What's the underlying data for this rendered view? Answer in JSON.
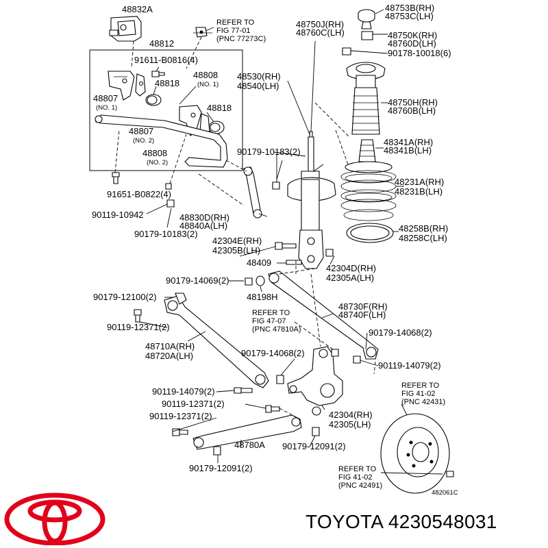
{
  "labels": {
    "l48832A": "48832A",
    "l48812": "48812",
    "l91611": "91611-B0816(4)",
    "l48808a": "48808",
    "l48808a_n": "(NO. 1)",
    "l48807a": "48807",
    "l48807a_n": "(NO. 1)",
    "l48818a": "48818",
    "l48818b": "48818",
    "l48807b": "48807",
    "l48807b_n": "(NO. 2)",
    "l48808b": "48808",
    "l48808b_n": "(NO. 2)",
    "l91651": "91651-B0822(4)",
    "l90119_10942": "90119-10942",
    "l48830D": "48830D(RH)",
    "l48840A": "48840A(LH)",
    "l90179_10183b": "90179-10183(2)",
    "l90179_10183a": "90179-10183(2)",
    "l48750J": "48750J(RH)",
    "l48760C": "48760C(LH)",
    "l48530": "48530(RH)",
    "l48540": "48540(LH)",
    "l48753B": "48753B(RH)",
    "l48753C": "48753C(LH)",
    "l48750K": "48750K(RH)",
    "l48760D": "48760D(LH)",
    "l90178": "90178-10018(6)",
    "l48750H": "48750H(RH)",
    "l48760B": "48760B(LH)",
    "l48341A": "48341A(RH)",
    "l48341B": "48341B(LH)",
    "l48231A": "48231A(RH)",
    "l48231B": "48231B(LH)",
    "l48258B": "48258B(RH)",
    "l48258C": "48258C(LH)",
    "l42304E": "42304E(RH)",
    "l42305B": "42305B(LH)",
    "l48409": "48409",
    "l42304D": "42304D(RH)",
    "l42305A": "42305A(LH)",
    "l90179_14069": "90179-14069(2)",
    "l48198H": "48198H",
    "l90179_12100": "90179-12100(2)",
    "l48730F": "48730F(RH)",
    "l48740F": "48740F(LH)",
    "l90119_12371a": "90119-12371(2)",
    "l90179_14068a": "90179-14068(2)",
    "l90119_14079a": "90119-14079(2)",
    "l48710A": "48710A(RH)",
    "l48720A": "48720A(LH)",
    "l90179_14068b": "90179-14068(2)",
    "l90119_14079b": "90119-14079(2)",
    "l90119_12371b": "90119-12371(2)",
    "l90119_12371c": "90119-12371(2)",
    "l42304": "42304(RH)",
    "l42305": "42305(LH)",
    "l48780A": "48780A",
    "l90179_12091a": "90179-12091(2)",
    "l90179_12091b": "90179-12091(2)",
    "l482061C": "482061C"
  },
  "refs": {
    "r1": [
      "REFER TO",
      "FIG 77-01",
      "(PNC 77273C)"
    ],
    "r2": [
      "REFER TO",
      "FIG 47-07",
      "(PNC 47810A)"
    ],
    "r3": [
      "REFER TO",
      "FIG 41-02",
      "(PNC 42431)"
    ],
    "r4": [
      "REFER TO",
      "FIG 41-02",
      "(PNC 42491)"
    ]
  },
  "brand": {
    "text": "TOYOTA 4230548031",
    "logo_color": "#e2001a"
  }
}
